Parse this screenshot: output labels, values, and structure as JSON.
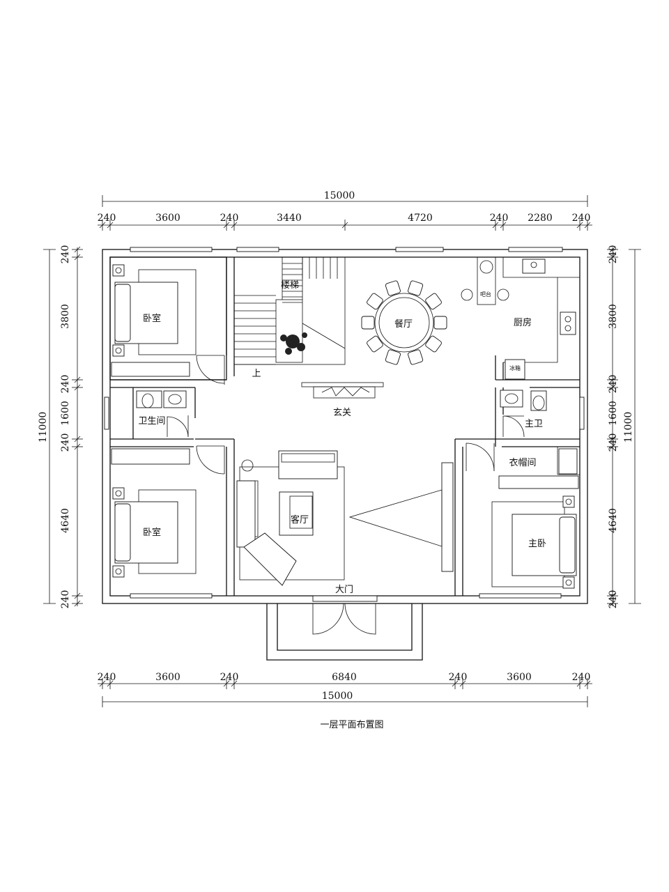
{
  "plan": {
    "title": "一层平面布置图",
    "dimensions": {
      "top_total": "15000",
      "top": [
        "240",
        "3600",
        "240",
        "3440",
        "4720",
        "240",
        "2280",
        "240"
      ],
      "bottom": [
        "240",
        "3600",
        "240",
        "6840",
        "240",
        "3600",
        "240"
      ],
      "bottom_total": "15000",
      "left": [
        "240",
        "3800",
        "240",
        "1600",
        "240",
        "4640",
        "240"
      ],
      "left_total": "11000",
      "right": [
        "240",
        "3800",
        "240",
        "1600",
        "240",
        "4640",
        "240"
      ],
      "right_total": "11000"
    },
    "rooms": {
      "bedroom_top": "卧室",
      "bedroom_bottom": "卧室",
      "bathroom": "卫生间",
      "stairs": "楼梯",
      "up": "上",
      "dining": "餐厅",
      "bar": "吧台",
      "kitchen": "厨房",
      "fridge": "冰箱",
      "foyer": "玄关",
      "master_bath": "主卫",
      "wardrobe": "衣帽间",
      "living": "客厅",
      "master_bedroom": "主卧",
      "main_door": "大门"
    }
  }
}
